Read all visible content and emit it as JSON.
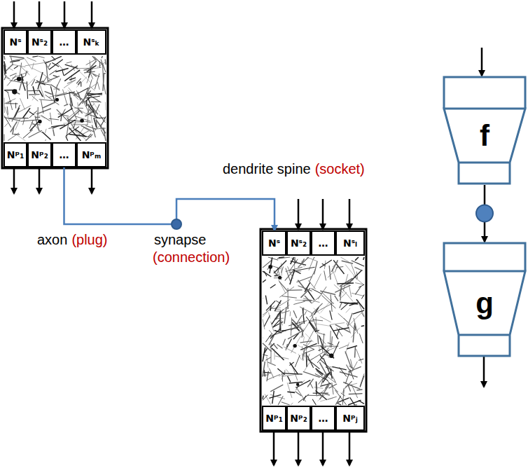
{
  "diagram": {
    "nodes": [
      {
        "text": [
          "Nˢ"
        ]
      },
      {
        "text": [
          "Nˢ₂"
        ]
      },
      {
        "text": [
          "…"
        ]
      },
      {
        "text": [
          "Nˢₖ"
        ]
      },
      {
        "text": [
          "Nᵖ₁"
        ]
      },
      {
        "text": [
          "Nᵖ₂"
        ]
      },
      {
        "text": [
          "…"
        ]
      },
      {
        "text": [
          "Nᵖₘ"
        ]
      },
      {
        "text": [
          "Nˢ"
        ]
      },
      {
        "text": [
          "Nˢ₂"
        ]
      },
      {
        "text": [
          "…"
        ]
      },
      {
        "text": [
          "Nˢₗ"
        ]
      },
      {
        "text": [
          "Nᵖ₁"
        ]
      },
      {
        "text": [
          "Nᵖ₂"
        ]
      },
      {
        "text": [
          "…"
        ]
      },
      {
        "text": [
          "Nᵖⱼ"
        ]
      },
      {
        "text": [
          "f"
        ]
      },
      {
        "text": [
          "g"
        ]
      }
    ],
    "edges": [
      {
        "from": 6,
        "to": 8,
        "arrow": "to"
      },
      {
        "from": 16,
        "to": 17,
        "arrow": "to"
      }
    ],
    "labels": [
      "dendrite spine",
      "(socket)",
      "axon",
      "(plug)",
      "synapse",
      "(connection)"
    ]
  }
}
